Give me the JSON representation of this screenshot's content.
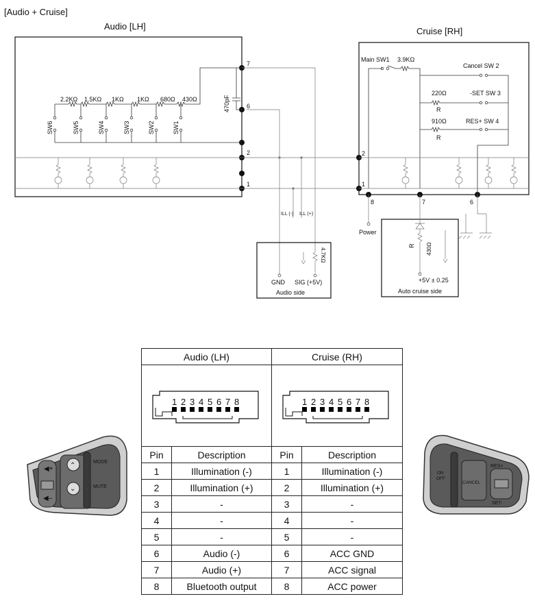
{
  "diagram": {
    "title": "[Audio + Cruise]",
    "audio_block_label": "Audio [LH]",
    "cruise_block_label": "Cruise [RH]",
    "audio_resistors": [
      "2.2KΩ",
      "1.5KΩ",
      "1KΩ",
      "1KΩ",
      "680Ω",
      "430Ω"
    ],
    "audio_switches": [
      "SW6",
      "SW5",
      "SW4",
      "SW3",
      "SW2",
      "SW1"
    ],
    "capacitor": "470pF",
    "audio_pins": [
      "7",
      "6",
      "2",
      "1"
    ],
    "ill_minus": "ILL (-)",
    "ill_plus": "ILL (+)",
    "audio_side": {
      "resistor": "4.7KΩ",
      "gnd": "GND",
      "sig": "SIG (+5V)",
      "label": "Audio side"
    },
    "cruise": {
      "main_sw": "Main SW1",
      "main_res": "3.9KΩ",
      "cancel_sw": "Cancel SW 2",
      "r220": "220Ω",
      "set_sw": "-SET SW 3",
      "r910": "910Ω",
      "res_sw": "RES+ SW 4",
      "r_letter": "R",
      "pins_left": [
        "2",
        "1"
      ],
      "pins_bottom": [
        "8",
        "7",
        "6"
      ],
      "power": "Power"
    },
    "cruise_side": {
      "r_letter": "R",
      "resistor": "430Ω",
      "supply": "+5V ± 0.25",
      "label": "Auto cruise side"
    }
  },
  "table": {
    "audio_header": "Audio (LH)",
    "cruise_header": "Cruise (RH)",
    "connector_pins": [
      "1",
      "2",
      "3",
      "4",
      "5",
      "6",
      "7",
      "8"
    ],
    "col_pin": "Pin",
    "col_desc": "Description",
    "rows": [
      {
        "pin": "1",
        "audio": "Illumination (-)",
        "cruise": "Illumination (-)"
      },
      {
        "pin": "2",
        "audio": "Illumination (+)",
        "cruise": "Illumination (+)"
      },
      {
        "pin": "3",
        "audio": "-",
        "cruise": "-"
      },
      {
        "pin": "4",
        "audio": "-",
        "cruise": "-"
      },
      {
        "pin": "5",
        "audio": "-",
        "cruise": "-"
      },
      {
        "pin": "6",
        "audio": "Audio (-)",
        "cruise": "ACC GND"
      },
      {
        "pin": "7",
        "audio": "Audio (+)",
        "cruise": "ACC signal"
      },
      {
        "pin": "8",
        "audio": "Bluetooth output",
        "cruise": "ACC power"
      }
    ]
  },
  "left_switch": {
    "mode": "MODE",
    "mute": "MUTE"
  },
  "right_switch": {
    "on": "ON",
    "off": "OFF",
    "cancel": "CANCEL",
    "res": "RES+",
    "set": "SET-"
  }
}
